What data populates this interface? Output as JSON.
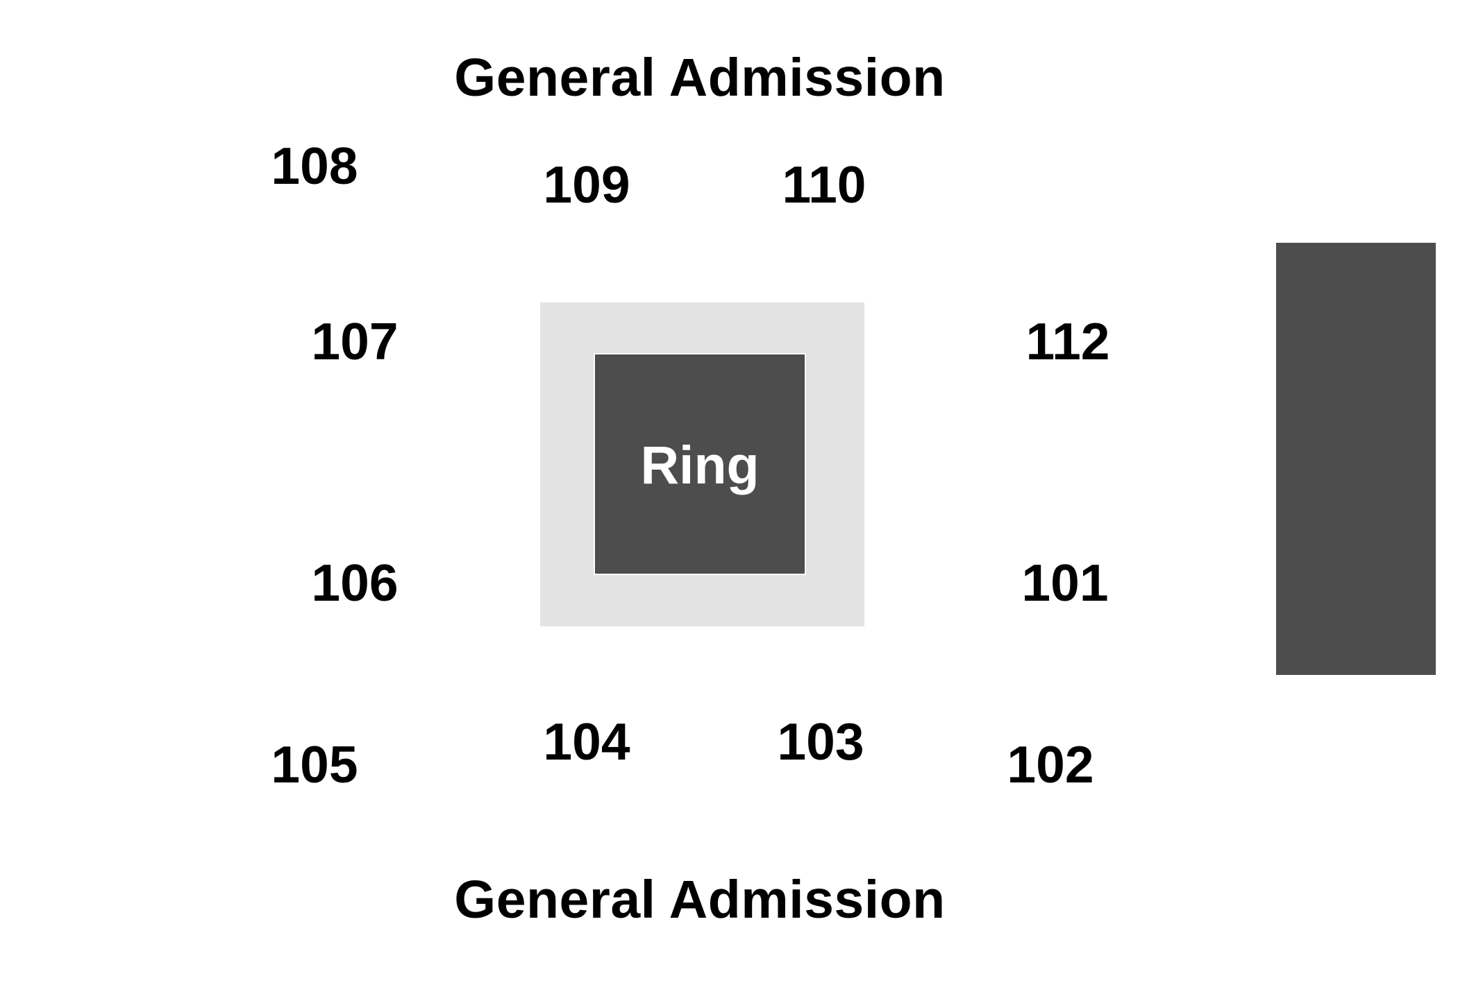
{
  "general_admission": {
    "top_label": "General Admission",
    "bottom_label": "General Admission"
  },
  "ring": {
    "label": "Ring"
  },
  "sections": {
    "s101": "101",
    "s102": "102",
    "s103": "103",
    "s104": "104",
    "s105": "105",
    "s106": "106",
    "s107": "107",
    "s108": "108",
    "s109": "109",
    "s110": "110",
    "s112": "112"
  },
  "colors": {
    "ring_fill": "#4d4d4d",
    "apron_fill": "#e3e3e3",
    "stage_fill": "#4d4d4d",
    "text": "#000000",
    "background": "#ffffff"
  }
}
